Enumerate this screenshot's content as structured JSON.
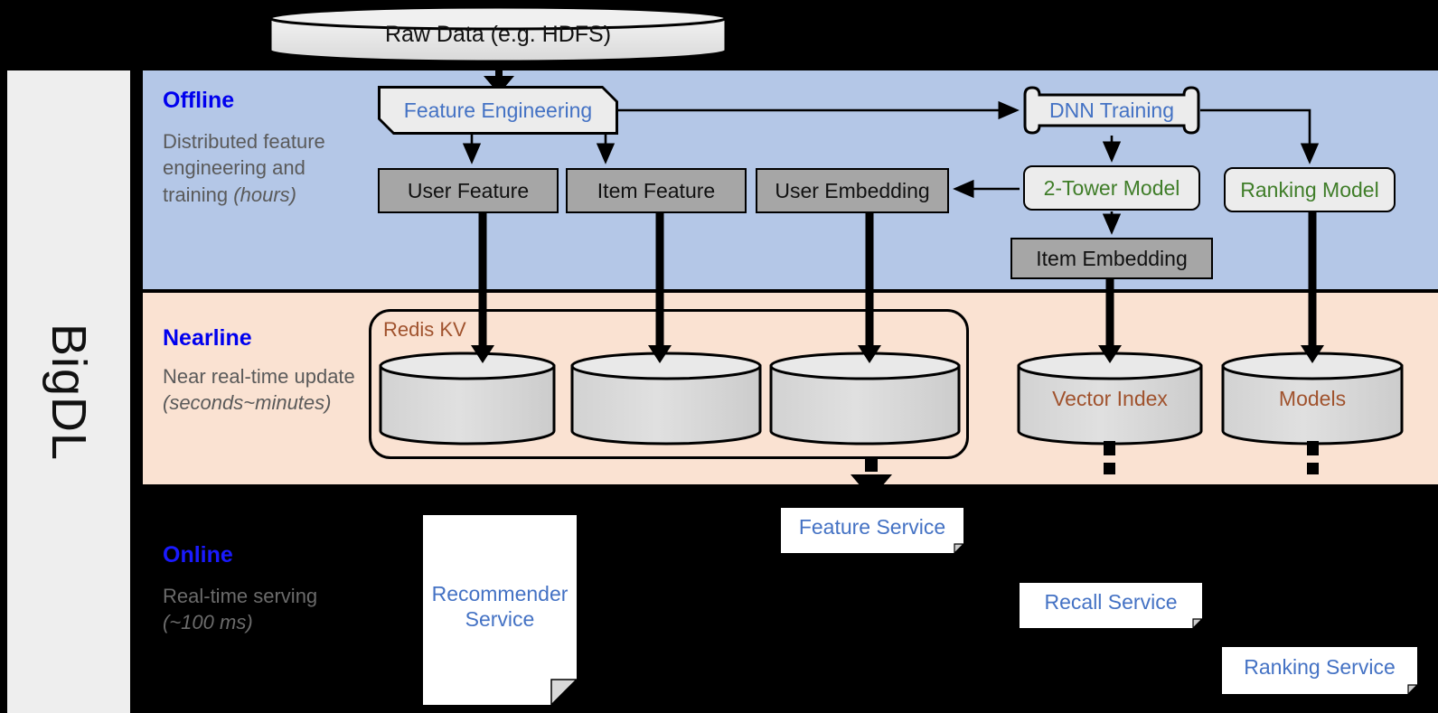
{
  "sidebar": {
    "label": "BigDL"
  },
  "source": {
    "label": "Raw Data (e.g. HDFS)"
  },
  "bands": {
    "offline": {
      "title": "Offline",
      "subtitle": "Distributed feature engineering and training (hours)"
    },
    "nearline": {
      "title": "Nearline",
      "subtitle": "Near real-time update (seconds~minutes)"
    },
    "online": {
      "title": "Online",
      "subtitle": "Real-time serving (~100 ms)"
    }
  },
  "offline_nodes": {
    "feature_engineering": "Feature Engineering",
    "dnn_training": "DNN Training",
    "user_feature": "User Feature",
    "item_feature": "Item Feature",
    "user_embedding": "User Embedding",
    "two_tower_model": "2-Tower Model",
    "ranking_model": "Ranking Model",
    "item_embedding": "Item Embedding"
  },
  "nearline_nodes": {
    "redis_group": "Redis KV",
    "store_user_feature": "",
    "store_item_feature": "",
    "store_user_embedding": "",
    "vector_index": "Vector Index",
    "models": "Models"
  },
  "online_nodes": {
    "recommender_service": "Recommender Service",
    "feature_service": "Feature Service",
    "recall_service": "Recall Service",
    "ranking_service": "Ranking Service"
  },
  "colors": {
    "offline_band": "#b4c7e7",
    "nearline_band": "#fae2d2",
    "online_band": "#000000",
    "sidebar": "#eeeeee",
    "gray_node": "#a6a6a6",
    "light_node": "#ececec",
    "blue_text": "#4472c4",
    "green_text": "#3f7d28",
    "brown_text": "#a0522d",
    "band_title": "#0000ee"
  }
}
